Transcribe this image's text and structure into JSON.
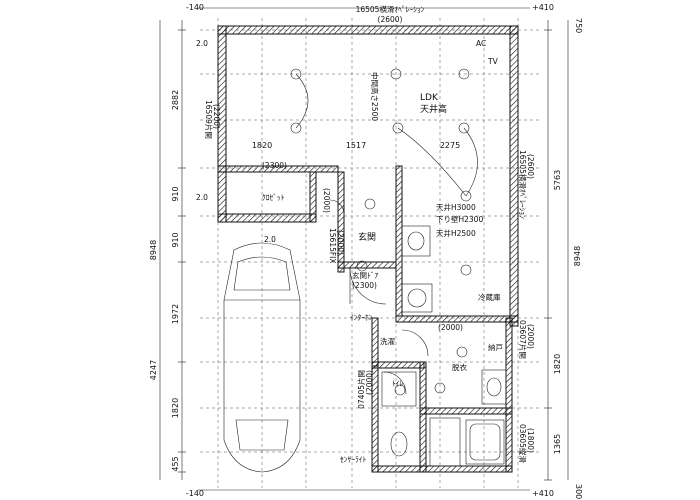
{
  "dims": {
    "top_left": "-140",
    "top_right": "+410",
    "top_corner": "750",
    "bottom_left": "-140",
    "bottom_right": "+410",
    "bottom_corner": "300",
    "left_side": [
      "2882",
      "910",
      "910",
      "1972",
      "1820",
      "455"
    ],
    "left_total": "8948",
    "left_total2": "4247",
    "right_side": [
      "5763",
      "1820",
      "1365"
    ],
    "right_total": "8948",
    "mid_row": [
      "1820",
      "1517",
      "2275"
    ]
  },
  "labels": {
    "top_window": "16505横滑ｵﾍﾟﾚｰｼｮﾝ",
    "top_window_sub": "(2600)",
    "left_window": "16509片開",
    "left_window_sub": "(2200)",
    "ldk": "LDK",
    "ldk_ceiling": "天井高",
    "ceiling_main": "中間高さ2500",
    "right_window": "16505横滑ｵﾍﾟﾚｰｼｮﾝ",
    "right_window_sub": "(2600)",
    "closet_note": "(2300)",
    "closet": "ｸﾛｾﾞｯﾄ",
    "entry": "玄関",
    "entry_door": "玄関ﾄﾞｱ",
    "entry_door_sub": "(2300)",
    "fix_window": "15615FIX",
    "fix_window_sub": "(2000)",
    "h2000_a": "(2000)",
    "h2000_b": "(2000)",
    "ceiling_3000": "天井H3000",
    "drop_2300": "下り壁H2300",
    "ceiling_2500": "天井H2500",
    "fridge": "冷蔵庫",
    "wash": "洗濯",
    "toilet": "ﾄｲﾚ",
    "storage": "納戸",
    "right_lower_window": "03607片開",
    "right_lower_window_sub": "(2000)",
    "left_lower_window": "07405片開",
    "left_lower_window_sub": "(2000)",
    "bath_window": "03605縦滑",
    "bath_window_sub": "(1800)",
    "dressing": "脱衣",
    "sensor_light": "ｾﾝｻｰﾗｲﾄ",
    "intercom": "ｲﾝﾀｰﾎﾝ",
    "tv": "TV",
    "ac": "AC",
    "h20_a": "2.0",
    "h20_b": "2.0",
    "h20_c": "2.0"
  }
}
